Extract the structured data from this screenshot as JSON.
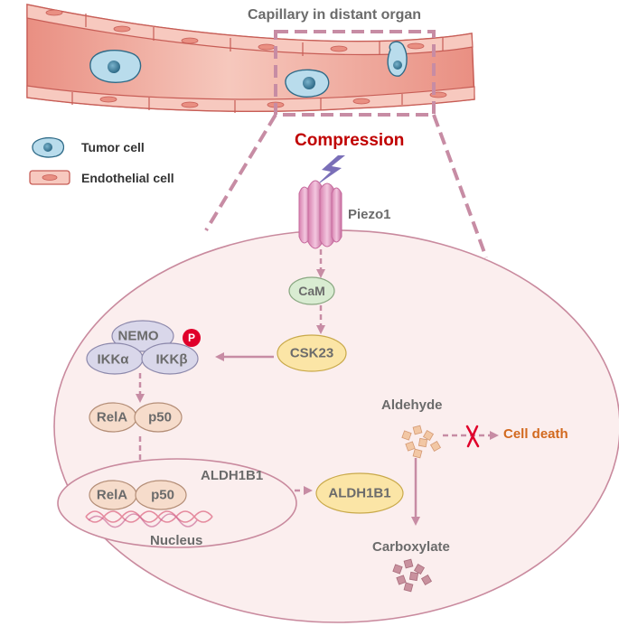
{
  "title": "Capillary in distant organ",
  "stimulus": "Compression",
  "legend": {
    "tumor_cell": "Tumor cell",
    "endothelial_cell": "Endothelial cell"
  },
  "nodes": {
    "piezo1": "Piezo1",
    "cam": "CaM",
    "csk23": "CSK23",
    "nemo": "NEMO",
    "phospho": "P",
    "ikka": "IKKα",
    "ikkb": "IKKβ",
    "rela": "RelA",
    "p50": "p50",
    "rela_nuc": "RelA",
    "p50_nuc": "p50",
    "gene": "ALDH1B1",
    "protein": "ALDH1B1",
    "nucleus": "Nucleus",
    "aldehyde": "Aldehyde",
    "cell_death": "Cell death",
    "carboxylate": "Carboxylate"
  },
  "colors": {
    "vessel": "#f3b9ad",
    "vessel_edge": "#c75d56",
    "tumor": "#b9dcec",
    "cell_fill": "#fbeeee",
    "cell_edge": "#c98a9e",
    "arrow": "#c78ca4",
    "cam_fill": "#d9ecd2",
    "csk_fill": "#fbe5a6",
    "ikk_fill": "#d9d7ea",
    "rel_fill": "#f6dccb",
    "aldh_fill": "#fbe5a6",
    "accent_red": "#c00000",
    "cell_death": "#d2691e",
    "phospho": "#e0002a"
  }
}
